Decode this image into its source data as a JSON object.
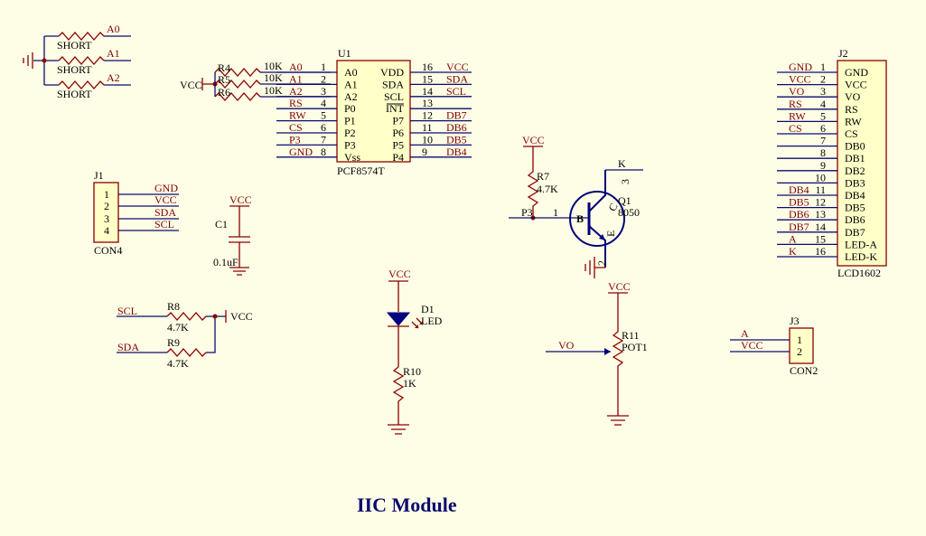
{
  "title": "IIC Module",
  "colors": {
    "background": "#fefee6",
    "wire": "#0b0b70",
    "symbol": "#8b0000",
    "body_fill": "#ffffc8",
    "label": "#000080",
    "net": "#800000",
    "title": "#0b0b70"
  },
  "shorts": {
    "labels": [
      "SHORT",
      "SHORT",
      "SHORT"
    ],
    "nets": [
      "A0",
      "A1",
      "A2"
    ]
  },
  "u1": {
    "ref": "U1",
    "part": "PCF8574T",
    "left_pins": [
      {
        "num": "1",
        "name": "A0",
        "net": "A0"
      },
      {
        "num": "2",
        "name": "A1",
        "net": "A1"
      },
      {
        "num": "3",
        "name": "A2",
        "net": "A2"
      },
      {
        "num": "4",
        "name": "P0",
        "net": "RS"
      },
      {
        "num": "5",
        "name": "P1",
        "net": "RW"
      },
      {
        "num": "6",
        "name": "P2",
        "net": "CS"
      },
      {
        "num": "7",
        "name": "P3",
        "net": "P3"
      },
      {
        "num": "8",
        "name": "Vss",
        "net": "GND"
      }
    ],
    "right_pins": [
      {
        "num": "16",
        "name": "VDD",
        "net": "VCC"
      },
      {
        "num": "15",
        "name": "SDA",
        "net": "SDA"
      },
      {
        "num": "14",
        "name": "SCL",
        "net": "SCL"
      },
      {
        "num": "13",
        "name": "INT",
        "net": ""
      },
      {
        "num": "12",
        "name": "P7",
        "net": "DB7"
      },
      {
        "num": "11",
        "name": "P6",
        "net": "DB6"
      },
      {
        "num": "10",
        "name": "P5",
        "net": "DB5"
      },
      {
        "num": "9",
        "name": "P4",
        "net": "DB4"
      }
    ]
  },
  "pullups": {
    "vcc": "VCC",
    "items": [
      {
        "ref": "R4",
        "value": "10K"
      },
      {
        "ref": "R5",
        "value": "10K"
      },
      {
        "ref": "R6",
        "value": "10K"
      }
    ]
  },
  "j1": {
    "ref": "J1",
    "part": "CON4",
    "pins": [
      {
        "num": "1",
        "net": "GND"
      },
      {
        "num": "2",
        "net": "VCC"
      },
      {
        "num": "3",
        "net": "SDA"
      },
      {
        "num": "4",
        "net": "SCL"
      }
    ]
  },
  "c1": {
    "ref": "C1",
    "value": "0.1uF",
    "vcc": "VCC"
  },
  "i2c_pullups": {
    "vcc": "VCC",
    "r8": {
      "ref": "R8",
      "value": "4.7K",
      "net": "SCL"
    },
    "r9": {
      "ref": "R9",
      "value": "4.7K",
      "net": "SDA"
    }
  },
  "led": {
    "ref": "D1",
    "part": "LED",
    "vcc": "VCC"
  },
  "r10": {
    "ref": "R10",
    "value": "1K"
  },
  "r7": {
    "ref": "R7",
    "value": "4.7K",
    "vcc": "VCC",
    "net": "P3"
  },
  "q1": {
    "ref": "Q1",
    "part": "8050",
    "net_k": "K",
    "pin_b": "1",
    "pin_c": "3",
    "pin_e": "2",
    "b": "B",
    "c": "C",
    "e": "E"
  },
  "r11": {
    "ref": "R11",
    "part": "POT1",
    "vcc": "VCC",
    "net": "VO"
  },
  "j3": {
    "ref": "J3",
    "part": "CON2",
    "pins": [
      {
        "num": "1",
        "net": "A"
      },
      {
        "num": "2",
        "net": "VCC"
      }
    ]
  },
  "j2": {
    "ref": "J2",
    "part": "LCD1602",
    "pins": [
      {
        "num": "1",
        "name": "GND",
        "net": "GND"
      },
      {
        "num": "2",
        "name": "VCC",
        "net": "VCC"
      },
      {
        "num": "3",
        "name": "VO",
        "net": "VO"
      },
      {
        "num": "4",
        "name": "RS",
        "net": "RS"
      },
      {
        "num": "5",
        "name": "RW",
        "net": "RW"
      },
      {
        "num": "6",
        "name": "CS",
        "net": "CS"
      },
      {
        "num": "7",
        "name": "DB0",
        "net": ""
      },
      {
        "num": "8",
        "name": "DB1",
        "net": ""
      },
      {
        "num": "9",
        "name": "DB2",
        "net": ""
      },
      {
        "num": "10",
        "name": "DB3",
        "net": ""
      },
      {
        "num": "11",
        "name": "DB4",
        "net": "DB4"
      },
      {
        "num": "12",
        "name": "DB5",
        "net": "DB5"
      },
      {
        "num": "13",
        "name": "DB6",
        "net": "DB6"
      },
      {
        "num": "14",
        "name": "DB7",
        "net": "DB7"
      },
      {
        "num": "15",
        "name": "LED-A",
        "net": "A"
      },
      {
        "num": "16",
        "name": "LED-K",
        "net": "K"
      }
    ]
  }
}
